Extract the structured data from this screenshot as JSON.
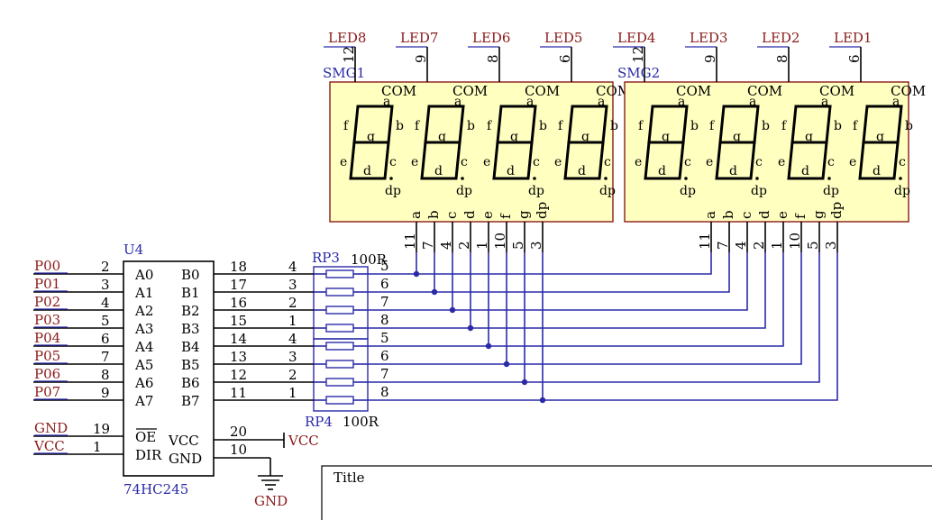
{
  "chip": {
    "designator": "U4",
    "part": "74HC245",
    "left_pins": [
      {
        "net": "P00",
        "num": "2",
        "name": "A0"
      },
      {
        "net": "P01",
        "num": "3",
        "name": "A1"
      },
      {
        "net": "P02",
        "num": "4",
        "name": "A2"
      },
      {
        "net": "P03",
        "num": "5",
        "name": "A3"
      },
      {
        "net": "P04",
        "num": "6",
        "name": "A4"
      },
      {
        "net": "P05",
        "num": "7",
        "name": "A5"
      },
      {
        "net": "P06",
        "num": "8",
        "name": "A6"
      },
      {
        "net": "P07",
        "num": "9",
        "name": "A7"
      }
    ],
    "right_pins": [
      {
        "num": "18",
        "name": "B0"
      },
      {
        "num": "17",
        "name": "B1"
      },
      {
        "num": "16",
        "name": "B2"
      },
      {
        "num": "15",
        "name": "B3"
      },
      {
        "num": "14",
        "name": "B4"
      },
      {
        "num": "13",
        "name": "B5"
      },
      {
        "num": "12",
        "name": "B6"
      },
      {
        "num": "11",
        "name": "B7"
      }
    ],
    "oe": {
      "net": "GND",
      "num": "19",
      "name": "OE"
    },
    "dir": {
      "net": "VCC",
      "num": "1",
      "name": "DIR"
    },
    "vcc": {
      "num": "20",
      "name": "VCC",
      "net": "VCC"
    },
    "gnd": {
      "num": "10",
      "name": "GND",
      "net": "GND"
    }
  },
  "resistors": [
    {
      "designator": "RP3",
      "value": "100R",
      "left": [
        "4",
        "3",
        "2",
        "1"
      ],
      "right": [
        "5",
        "6",
        "7",
        "8"
      ]
    },
    {
      "designator": "RP4",
      "value": "100R",
      "left": [
        "4",
        "3",
        "2",
        "1"
      ],
      "right": [
        "5",
        "6",
        "7",
        "8"
      ]
    }
  ],
  "displays": [
    {
      "designator": "SMG1",
      "digits": [
        {
          "led": "LED8",
          "pin": "12"
        },
        {
          "led": "LED7",
          "pin": "9"
        },
        {
          "led": "LED6",
          "pin": "8"
        },
        {
          "led": "LED5",
          "pin": "6"
        }
      ]
    },
    {
      "designator": "SMG2",
      "digits": [
        {
          "led": "LED4",
          "pin": "12"
        },
        {
          "led": "LED3",
          "pin": "9"
        },
        {
          "led": "LED2",
          "pin": "8"
        },
        {
          "led": "LED1",
          "pin": "6"
        }
      ]
    }
  ],
  "digit_labels": {
    "com": "COM",
    "a": "a",
    "b": "b",
    "c": "c",
    "d": "d",
    "e": "e",
    "f": "f",
    "g": "g",
    "dp": "dp"
  },
  "segment_pins": [
    {
      "seg": "a",
      "pin": "11"
    },
    {
      "seg": "b",
      "pin": "7"
    },
    {
      "seg": "c",
      "pin": "4"
    },
    {
      "seg": "d",
      "pin": "2"
    },
    {
      "seg": "e",
      "pin": "1"
    },
    {
      "seg": "f",
      "pin": "10"
    },
    {
      "seg": "g",
      "pin": "5"
    },
    {
      "seg": "dp",
      "pin": "3"
    }
  ],
  "title_block": {
    "label": "Title"
  },
  "colors": {
    "wire": "#2a2aa8",
    "net": "#8b1a1a",
    "body": "#ffffc0",
    "outline": "#8b1a1a",
    "ink": "#000000"
  }
}
